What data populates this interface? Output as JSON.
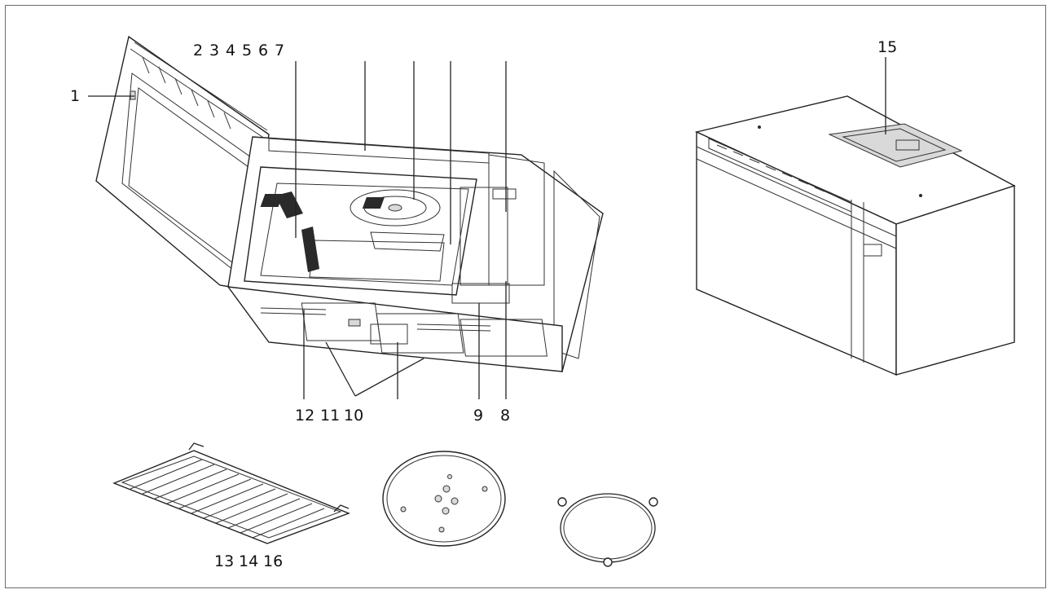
{
  "callouts": {
    "c1": "1",
    "c2": "2",
    "c3": "3",
    "c4": "4",
    "c5": "5",
    "c6": "6",
    "c7": "7",
    "c8": "8",
    "c9": "9",
    "c10": "10",
    "c11": "11",
    "c12": "12",
    "c13": "13",
    "c14": "14",
    "c15": "15",
    "c16": "16"
  },
  "colors": {
    "frame": "#6b6b6b",
    "line": "#222222",
    "shade": "#d9d9d9"
  }
}
